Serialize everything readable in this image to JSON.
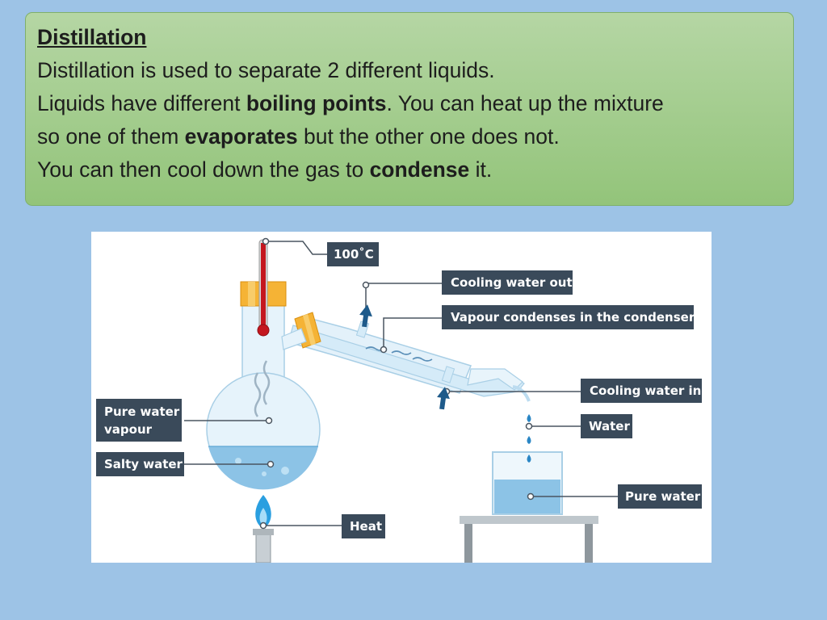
{
  "text_panel": {
    "heading": "Distillation",
    "line1": "Distillation is used to separate 2 different liquids.",
    "line2": {
      "a": "Liquids have different ",
      "b": "boiling points",
      "c": ". You can heat up the mixture"
    },
    "line3": {
      "a": "so one of them ",
      "b": "evaporates",
      "c": " but the other one does not."
    },
    "line4": {
      "a": "You can then cool down the gas to ",
      "b": "condense",
      "c": " it."
    }
  },
  "diagram": {
    "labels": {
      "temperature": "100˚C",
      "cooling_water_out": "Cooling water out",
      "vapour_condenses": "Vapour condenses in the condenser",
      "cooling_water_in": "Cooling water in",
      "water": "Water",
      "pure_water": "Pure water",
      "pure_water_vapour_line1": "Pure water",
      "pure_water_vapour_line2": "vapour",
      "salty_water": "Salty water",
      "heat": "Heat"
    },
    "colors": {
      "label_box": "#3a4a5a",
      "glass": "#cde6f5",
      "liquid": "#8cc3e6",
      "stopper": "#f5b335",
      "thermometer": "#c4171f",
      "flame": "#2a9fe0"
    }
  }
}
